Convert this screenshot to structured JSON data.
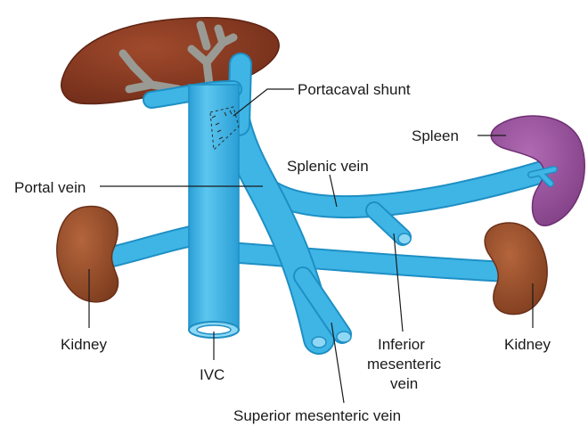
{
  "labels": {
    "portacaval_shunt": "Portacaval shunt",
    "spleen": "Spleen",
    "splenic_vein": "Splenic vein",
    "portal_vein": "Portal vein",
    "kidney_left": "Kidney",
    "kidney_right": "Kidney",
    "ivc": "IVC",
    "inferior_mesenteric_line1": "Inferior",
    "inferior_mesenteric_line2": "mesenteric",
    "inferior_mesenteric_line3": "vein",
    "superior_mesenteric": "Superior mesenteric vein"
  },
  "colors": {
    "vein": "#3fb5e6",
    "vein_dark": "#1e8fc4",
    "vein_light": "#8fd8f5",
    "liver": "#8b3a22",
    "liver_dark": "#5e2414",
    "liver_vessel": "#9a9a94",
    "kidney": "#a0522d",
    "kidney_dark": "#6b3019",
    "spleen": "#9b4e9e",
    "spleen_dark": "#6e2f72"
  }
}
